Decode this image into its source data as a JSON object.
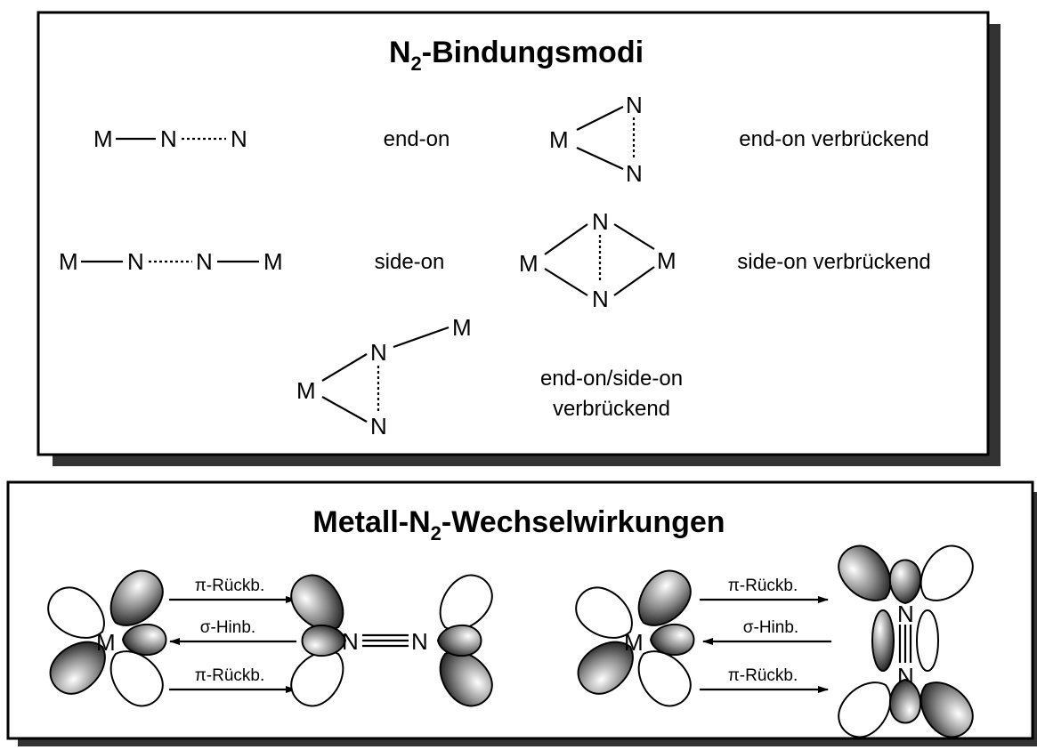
{
  "panel1": {
    "title_main": "N",
    "title_sub": "2",
    "title_rest": "-Bindungsmodi",
    "modes": [
      {
        "label": "end-on"
      },
      {
        "label": "end-on verbrückend"
      },
      {
        "label": "side-on"
      },
      {
        "label": "side-on verbrückend"
      },
      {
        "label_line1": "end-on/side-on",
        "label_line2": "verbrückend"
      }
    ]
  },
  "panel2": {
    "title_main": "Metall-N",
    "title_sub": "2",
    "title_rest": "-Wechselwirkungen",
    "arrow_labels": {
      "pi_back": "π-Rückb.",
      "sigma_donation": "σ-Hinb."
    }
  },
  "atoms": {
    "metal": "M",
    "nitrogen": "N"
  }
}
